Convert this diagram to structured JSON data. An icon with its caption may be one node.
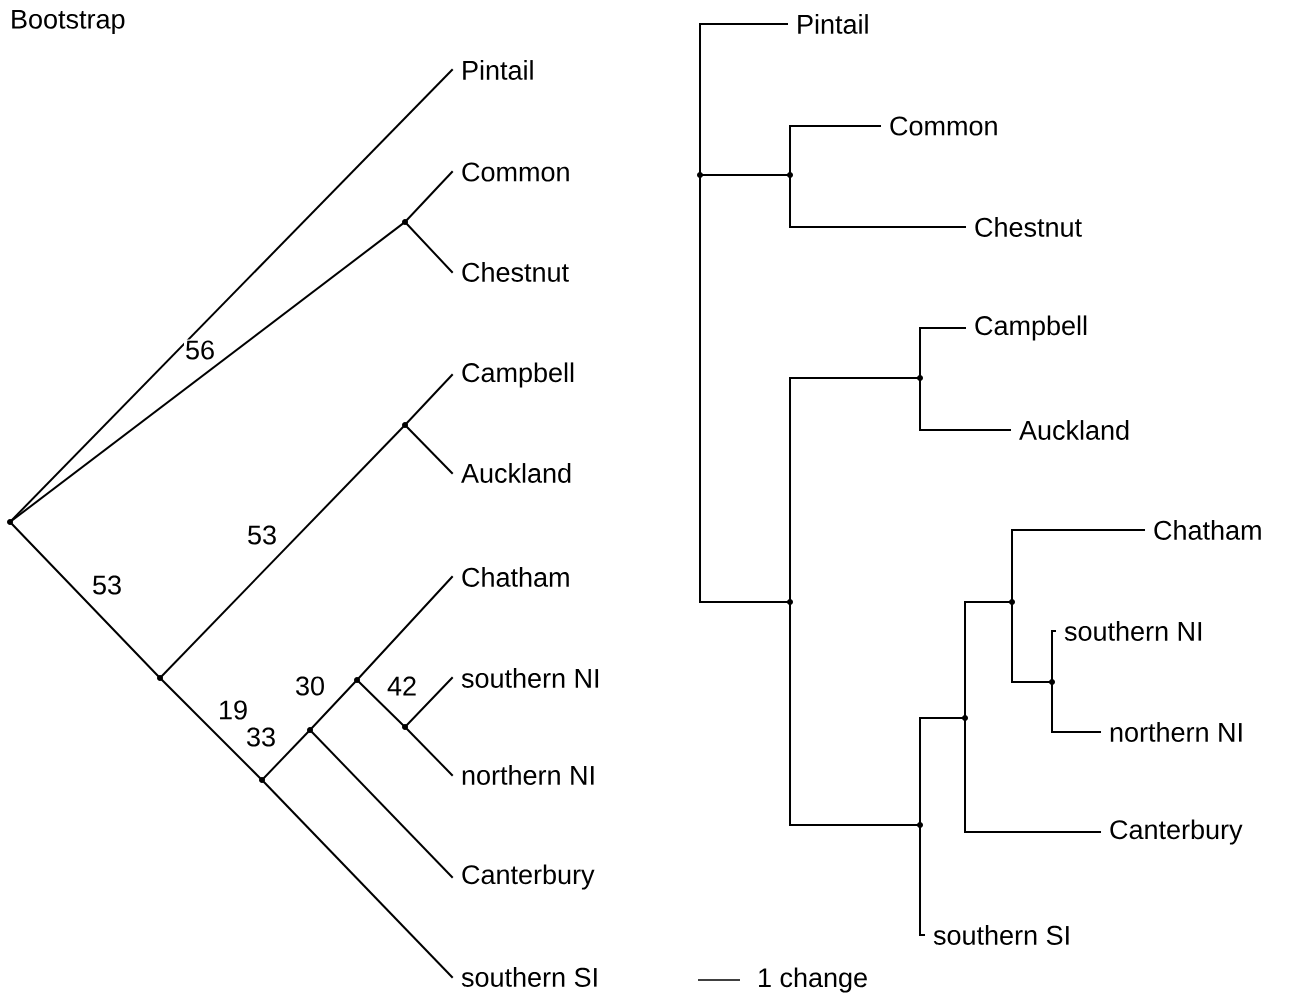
{
  "diagram": {
    "nodes": [
      {
        "text": [
          "Pintail"
        ]
      },
      {
        "text": [
          "Common"
        ]
      },
      {
        "text": [
          "Chestnut"
        ]
      },
      {
        "text": [
          "Campbell"
        ]
      },
      {
        "text": [
          "Auckland"
        ]
      },
      {
        "text": [
          "Chatham"
        ]
      },
      {
        "text": [
          "southern NI"
        ]
      },
      {
        "text": [
          "northern NI"
        ]
      },
      {
        "text": [
          "Canterbury"
        ]
      },
      {
        "text": [
          "southern SI"
        ]
      },
      {
        "text": [],
        "shape": "point"
      },
      {
        "text": [],
        "shape": "point"
      },
      {
        "text": [],
        "shape": "point"
      },
      {
        "text": [],
        "shape": "point"
      },
      {
        "text": [],
        "shape": "point"
      },
      {
        "text": [],
        "shape": "point"
      },
      {
        "text": [],
        "shape": "point"
      },
      {
        "text": [],
        "shape": "point"
      },
      {
        "text": [
          "Pintail"
        ]
      },
      {
        "text": [
          "Common"
        ]
      },
      {
        "text": [
          "Chestnut"
        ]
      },
      {
        "text": [
          "Campbell"
        ]
      },
      {
        "text": [
          "Auckland"
        ]
      },
      {
        "text": [
          "Chatham"
        ]
      },
      {
        "text": [
          "southern NI"
        ]
      },
      {
        "text": [
          "northern NI"
        ]
      },
      {
        "text": [
          "Canterbury"
        ]
      },
      {
        "text": [
          "southern SI"
        ]
      },
      {
        "text": [],
        "shape": "point"
      },
      {
        "text": [],
        "shape": "point"
      },
      {
        "text": [],
        "shape": "point"
      },
      {
        "text": [],
        "shape": "point"
      },
      {
        "text": [],
        "shape": "point"
      },
      {
        "text": [],
        "shape": "point"
      },
      {
        "text": [],
        "shape": "point"
      },
      {
        "text": [],
        "shape": "point"
      }
    ],
    "edges": [
      {
        "from": 10,
        "to": 0,
        "arrow": "none"
      },
      {
        "from": 10,
        "to": 11,
        "arrow": "none",
        "label": "56"
      },
      {
        "from": 11,
        "to": 1,
        "arrow": "none"
      },
      {
        "from": 11,
        "to": 2,
        "arrow": "none"
      },
      {
        "from": 10,
        "to": 12,
        "arrow": "none",
        "label": "53"
      },
      {
        "from": 12,
        "to": 13,
        "arrow": "none",
        "label": "53"
      },
      {
        "from": 13,
        "to": 3,
        "arrow": "none"
      },
      {
        "from": 13,
        "to": 4,
        "arrow": "none"
      },
      {
        "from": 12,
        "to": 14,
        "arrow": "none",
        "label": "19"
      },
      {
        "from": 14,
        "to": 15,
        "arrow": "none",
        "label": "33"
      },
      {
        "from": 15,
        "to": 16,
        "arrow": "none",
        "label": "30"
      },
      {
        "from": 16,
        "to": 5,
        "arrow": "none"
      },
      {
        "from": 16,
        "to": 17,
        "arrow": "none",
        "label": "42"
      },
      {
        "from": 17,
        "to": 6,
        "arrow": "none"
      },
      {
        "from": 17,
        "to": 7,
        "arrow": "none"
      },
      {
        "from": 15,
        "to": 8,
        "arrow": "none"
      },
      {
        "from": 14,
        "to": 9,
        "arrow": "none"
      },
      {
        "from": 28,
        "to": 18,
        "arrow": "none"
      },
      {
        "from": 28,
        "to": 29,
        "arrow": "none"
      },
      {
        "from": 29,
        "to": 19,
        "arrow": "none"
      },
      {
        "from": 29,
        "to": 20,
        "arrow": "none"
      },
      {
        "from": 28,
        "to": 30,
        "arrow": "none"
      },
      {
        "from": 30,
        "to": 31,
        "arrow": "none"
      },
      {
        "from": 31,
        "to": 21,
        "arrow": "none"
      },
      {
        "from": 31,
        "to": 22,
        "arrow": "none"
      },
      {
        "from": 30,
        "to": 32,
        "arrow": "none"
      },
      {
        "from": 32,
        "to": 33,
        "arrow": "none"
      },
      {
        "from": 32,
        "to": 27,
        "arrow": "none"
      },
      {
        "from": 33,
        "to": 34,
        "arrow": "none"
      },
      {
        "from": 33,
        "to": 26,
        "arrow": "none"
      },
      {
        "from": 34,
        "to": 23,
        "arrow": "none"
      },
      {
        "from": 34,
        "to": 35,
        "arrow": "none"
      },
      {
        "from": 35,
        "to": 24,
        "arrow": "none"
      },
      {
        "from": 35,
        "to": 25,
        "arrow": "none"
      }
    ],
    "labels": [
      "Bootstrap",
      "1 change"
    ]
  }
}
